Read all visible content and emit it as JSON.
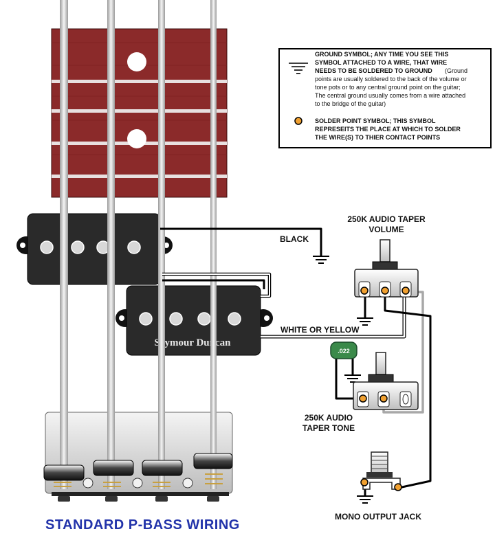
{
  "legend": {
    "ground_text_bold": [
      "GROUND SYMBOL; ANY TIME YOU SEE THIS",
      "SYMBOL ATTACHED TO A WIRE, THAT WIRE",
      "NEEDS TO BE SOLDERED TO GROUND"
    ],
    "ground_text_normal": [
      "(Ground",
      "points are usually soldered to the back of the volume or",
      "tone pots or to any central ground point on the guitar;",
      "The central ground usually comes from a wire attached",
      "to the bridge of the guitar)"
    ],
    "solder_text": [
      "SOLDER POINT SYMBOL; THIS SYMBOL",
      "REPRESEITS THE PLACE AT WHICH TO SOLDER",
      "THE WIRE(S) TO THIER CONTACT POINTS"
    ]
  },
  "labels": {
    "volume": [
      "250K AUDIO TAPER",
      "VOLUME"
    ],
    "tone": [
      "250K AUDIO",
      "TAPER TONE"
    ],
    "black_wire": "BLACK",
    "white_wire": "WHITE OR YELLOW",
    "capacitor": ".022",
    "jack": "MONO OUTPUT JACK",
    "pickup_brand": "Seymour Duncan",
    "title": "STANDARD P-BASS WIRING"
  },
  "colors": {
    "fretboard": "#8b2a2a",
    "fret": "#e8e0e0",
    "pickup": "#2a2a2a",
    "wire": "#111111",
    "gray_wire": "#a8a8a8",
    "solder": "#f0a030",
    "capacitor": "#3a8a4a",
    "title": "#2233aa",
    "bridge": "#d8d8d8"
  },
  "icons": {
    "ground": "ground-icon",
    "solder": "solder-point-icon"
  }
}
